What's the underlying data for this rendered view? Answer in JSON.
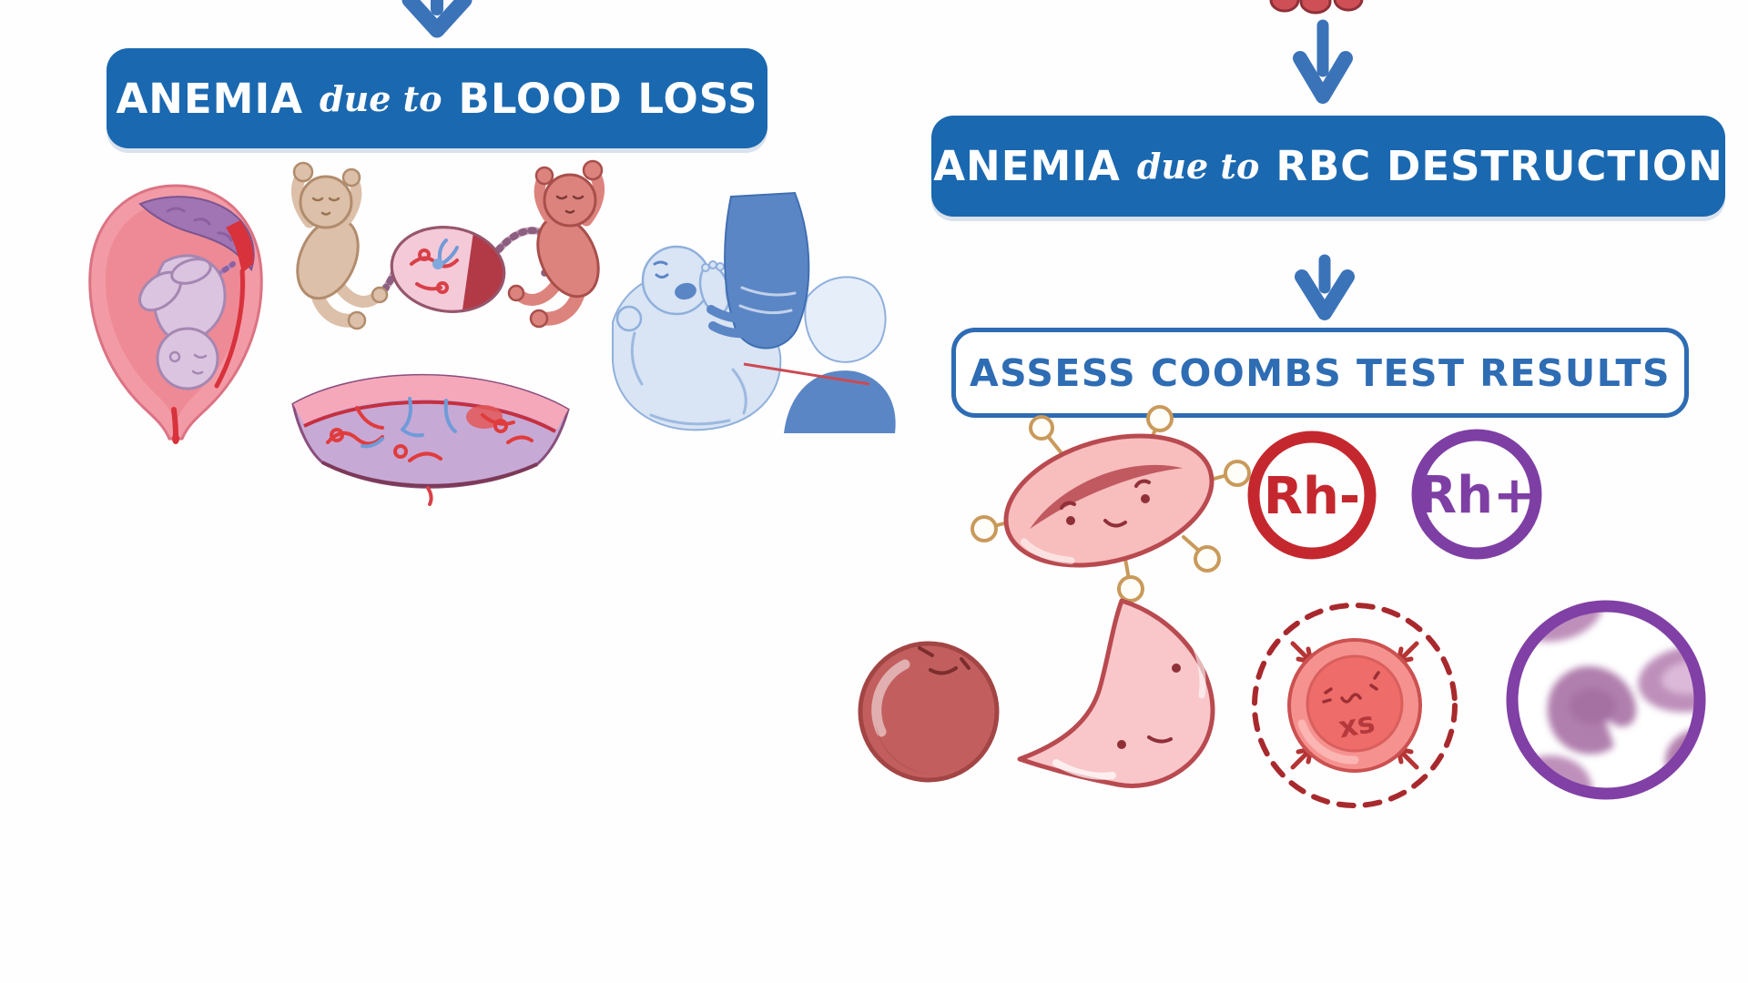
{
  "colors": {
    "box_blue": "#1a68b0",
    "arrow_blue": "#3b73b9",
    "outline_blue": "#2e6cb3",
    "rh_negative_red": "#c4282e",
    "rh_positive_purple": "#7e3fa4",
    "rbc_pink": "#f8bdbd",
    "rbc_outline": "#b84a50",
    "antibody_tan": "#c99a5b",
    "spherocyte_fill": "#c25f5e",
    "spherocyte_outline": "#a34545",
    "sickle_fill": "#f9c7ca",
    "osmotic_dash_red": "#a8292d",
    "osmotic_cell_fill": "#f59290",
    "osmotic_core_fill": "#ee6c69",
    "microscope_purple": "#8040a5",
    "smear_cell_purple": "#bd8fba"
  },
  "left_flow": {
    "title": {
      "prefix": "ANEMIA",
      "connector": "due to",
      "suffix": "BLOOD LOSS"
    }
  },
  "right_flow": {
    "title": {
      "prefix": "ANEMIA",
      "connector": "due to",
      "suffix": "RBC DESTRUCTION"
    },
    "assess_label": "ASSESS COOMBS TEST RESULTS",
    "rh_negative_label": "Rh-",
    "rh_positive_label": "Rh+",
    "swollen_cell_label": "xs"
  }
}
